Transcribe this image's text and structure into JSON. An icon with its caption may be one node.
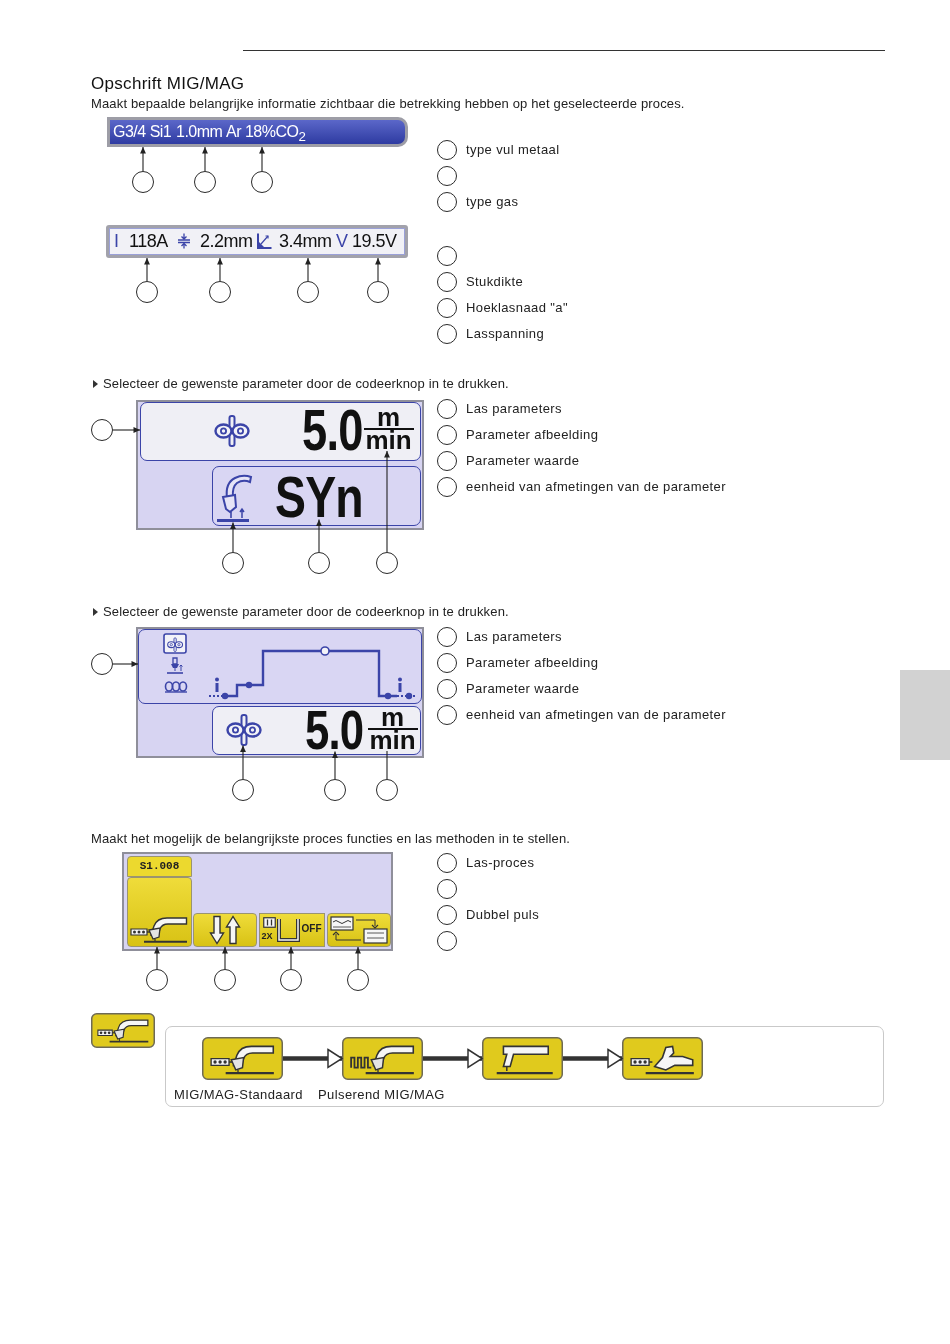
{
  "diagram": {
    "title": "Opschrift MIG/MAG",
    "nodes": [
      {
        "text": [
          "G3/4 Si1",
          "1.0mm",
          "Ar 18%CO$_{2}$"
        ]
      },
      {
        "text": [],
        "shape": "circle"
      },
      {
        "text": [],
        "shape": "circle"
      },
      {
        "text": [],
        "shape": "circle"
      },
      {
        "text": [],
        "shape": "circle",
        "beside": [
          "type vul metaal"
        ]
      },
      {
        "text": [],
        "shape": "circle"
      },
      {
        "text": [],
        "shape": "circle",
        "beside": [
          "type gas"
        ]
      },
      {
        "text": [
          "I",
          "118A",
          "2.2mm",
          "3.4mm",
          "V",
          "19.5V"
        ]
      },
      {
        "text": [],
        "shape": "circle"
      },
      {
        "text": [],
        "shape": "circle"
      },
      {
        "text": [],
        "shape": "circle"
      },
      {
        "text": [],
        "shape": "circle"
      },
      {
        "text": [],
        "shape": "circle"
      },
      {
        "text": [],
        "shape": "circle",
        "beside": [
          "Stukdikte"
        ]
      },
      {
        "text": [],
        "shape": "circle",
        "beside": [
          "Hoeklasnaad \"a\""
        ]
      },
      {
        "text": [],
        "shape": "circle",
        "beside": [
          "Lasspanning"
        ]
      },
      {
        "text": [],
        "shape": "box"
      },
      {
        "text": [],
        "shape": "box",
        "in": 16
      },
      {
        "text": [],
        "shape": "picture",
        "in": 17
      },
      {
        "text": [
          "5.0"
        ],
        "in": 17
      },
      {
        "text": [
          "m",
          "min"
        ],
        "in": 17
      },
      {
        "text": [],
        "shape": "box",
        "in": 16
      },
      {
        "text": [],
        "shape": "picture",
        "in": 21
      },
      {
        "text": [
          "SYn"
        ],
        "in": 21
      },
      {
        "text": [],
        "shape": "circle"
      },
      {
        "text": [],
        "shape": "circle"
      },
      {
        "text": [],
        "shape": "circle"
      },
      {
        "text": [],
        "shape": "circle"
      },
      {
        "text": [],
        "shape": "circle",
        "beside": [
          "Las parameters"
        ]
      },
      {
        "text": [],
        "shape": "circle",
        "beside": [
          "Parameter afbeelding"
        ]
      },
      {
        "text": [],
        "shape": "circle",
        "beside": [
          "Parameter waarde"
        ]
      },
      {
        "text": [],
        "shape": "circle",
        "beside": [
          "eenheid van afmetingen van de parameter"
        ]
      },
      {
        "text": [],
        "shape": "box"
      },
      {
        "text": [],
        "shape": "box",
        "in": 32
      },
      {
        "text": [],
        "shape": "box",
        "in": 32
      },
      {
        "text": [],
        "shape": "picture",
        "in": 34
      },
      {
        "text": [
          "5.0"
        ],
        "in": 34
      },
      {
        "text": [
          "m",
          "min"
        ],
        "in": 34
      },
      {
        "text": [],
        "shape": "circle"
      },
      {
        "text": [],
        "shape": "circle"
      },
      {
        "text": [],
        "shape": "circle"
      },
      {
        "text": [],
        "shape": "circle"
      },
      {
        "text": [],
        "shape": "circle",
        "beside": [
          "Las parameters"
        ]
      },
      {
        "text": [],
        "shape": "circle",
        "beside": [
          "Parameter afbeelding"
        ]
      },
      {
        "text": [],
        "shape": "circle",
        "beside": [
          "Parameter waarde"
        ]
      },
      {
        "text": [],
        "shape": "circle",
        "beside": [
          "eenheid van afmetingen van de parameter"
        ]
      },
      {
        "text": [],
        "shape": "box"
      },
      {
        "text": [
          "S1.008"
        ],
        "in": 46
      },
      {
        "text": [],
        "shape": "button",
        "in": 46
      },
      {
        "text": [],
        "shape": "button",
        "in": 46
      },
      {
        "text": [
          "2X",
          "OFF"
        ],
        "in": 46
      },
      {
        "text": [],
        "shape": "button",
        "in": 46
      },
      {
        "text": [],
        "shape": "circle"
      },
      {
        "text": [],
        "shape": "circle"
      },
      {
        "text": [],
        "shape": "circle"
      },
      {
        "text": [],
        "shape": "circle"
      },
      {
        "text": [],
        "shape": "circle",
        "beside": [
          "Las-proces"
        ]
      },
      {
        "text": [],
        "shape": "circle"
      },
      {
        "text": [],
        "shape": "circle",
        "beside": [
          "Dubbel puls"
        ]
      },
      {
        "text": [],
        "shape": "circle"
      },
      {
        "text": [],
        "shape": "picture"
      },
      {
        "text": [],
        "shape": "box"
      },
      {
        "text": [],
        "shape": "picture",
        "in": 61,
        "beside": [
          "MIG/MAG-Standaard"
        ]
      },
      {
        "text": [],
        "shape": "picture",
        "in": 61,
        "beside": [
          "Pulserend MIG/MAG"
        ]
      },
      {
        "text": [],
        "shape": "picture",
        "in": 61
      },
      {
        "text": [],
        "shape": "picture",
        "in": 61
      }
    ],
    "edges": [
      {
        "from": 1,
        "to": 0,
        "arrow": "to"
      },
      {
        "from": 2,
        "to": 0,
        "arrow": "to"
      },
      {
        "from": 3,
        "to": 0,
        "arrow": "to"
      },
      {
        "from": 8,
        "to": 7,
        "arrow": "to"
      },
      {
        "from": 9,
        "to": 7,
        "arrow": "to"
      },
      {
        "from": 10,
        "to": 7,
        "arrow": "to"
      },
      {
        "from": 11,
        "to": 7,
        "arrow": "to"
      },
      {
        "from": 24,
        "to": 17,
        "arrow": "to"
      },
      {
        "from": 25,
        "to": 22,
        "arrow": "to"
      },
      {
        "from": 26,
        "to": 23,
        "arrow": "to"
      },
      {
        "from": 27,
        "to": 20,
        "arrow": "to"
      },
      {
        "from": 38,
        "to": 33,
        "arrow": "to"
      },
      {
        "from": 39,
        "to": 35,
        "arrow": "to"
      },
      {
        "from": 40,
        "to": 36,
        "arrow": "to"
      },
      {
        "from": 41,
        "to": 37,
        "arrow": "none"
      },
      {
        "from": 52,
        "to": 48,
        "arrow": "to"
      },
      {
        "from": 53,
        "to": 49,
        "arrow": "to"
      },
      {
        "from": 54,
        "to": 50,
        "arrow": "to"
      },
      {
        "from": 55,
        "to": 51,
        "arrow": "to"
      },
      {
        "from": 62,
        "to": 63,
        "arrow": "to",
        "style": "thick"
      },
      {
        "from": 63,
        "to": 64,
        "arrow": "to",
        "style": "thick"
      },
      {
        "from": 64,
        "to": 65,
        "arrow": "to",
        "style": "thick"
      }
    ],
    "labels": [
      "Maakt bepaalde belangrijke informatie zichtbaar die betrekking hebben op het geselecteerde proces.",
      "Selecteer de gewenste parameter door de codeerknop in te drukken.",
      "Selecteer de gewenste parameter door de codeerknop in te drukken.",
      "Maakt het mogelijk de belangrijkste proces functies en las methoden in te stellen."
    ]
  }
}
